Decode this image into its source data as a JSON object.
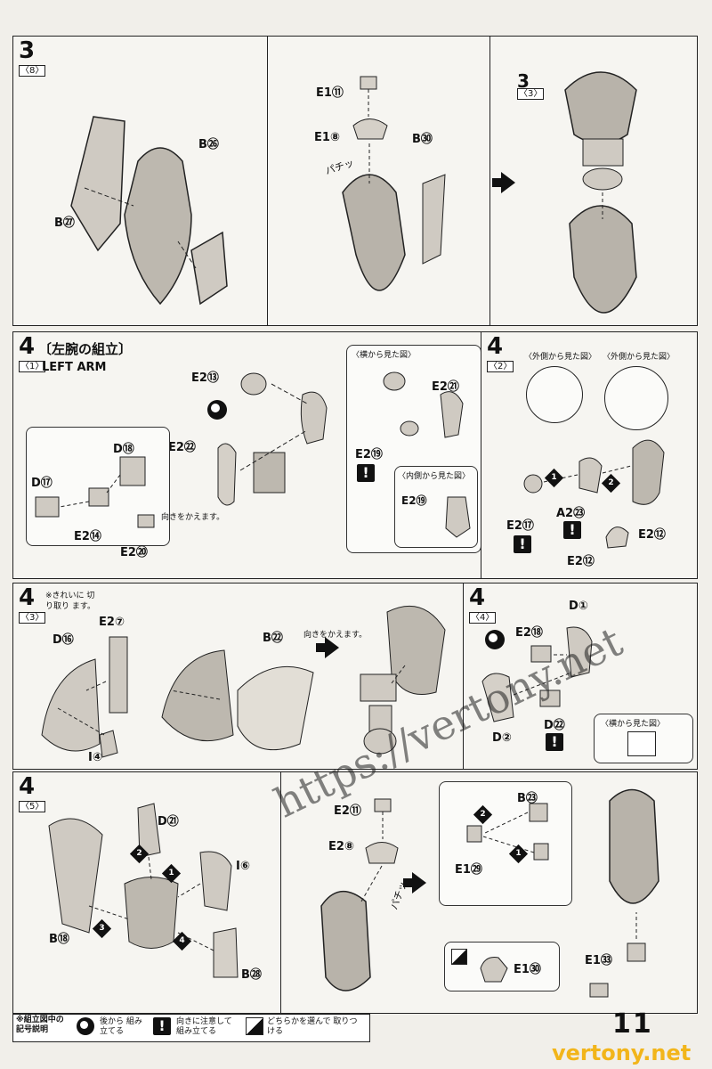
{
  "step3": {
    "num": "3",
    "sub": "〈8〉",
    "labels": {
      "b26": "B㉖",
      "b27": "B㉗",
      "e1_11": "E1⑪",
      "e1_8": "E1⑧",
      "b30": "B㉚",
      "pachi": "パチッ",
      "sub3": "〈3〉",
      "num3": "3"
    }
  },
  "step4_1": {
    "num": "4",
    "sub": "〈1〉",
    "title": "〔左腕の組立〕",
    "subtitle": "LEFT ARM",
    "labels": {
      "e2_13": "E2⑬",
      "e2_22": "E2㉒",
      "d18": "D⑱",
      "d17": "D⑰",
      "e2_14": "E2⑭",
      "e2_20": "E2⑳",
      "e2_21": "E2㉑",
      "e2_19": "E2⑲",
      "e2_19b": "E2⑲"
    },
    "note": "向きをかえます。",
    "view_side": "〈横から見た図〉",
    "view_inside": "〈内側から見た図〉"
  },
  "step4_2": {
    "num": "4",
    "sub": "〈2〉",
    "view_out1": "〈外側から見た図〉",
    "view_out2": "〈外側から見た図〉",
    "labels": {
      "e2_17": "E2⑰",
      "a2_23": "A2㉓",
      "e2_12": "E2⑫",
      "e2_12b": "E2⑫"
    },
    "s1": "1",
    "s2": "2"
  },
  "step4_3": {
    "num": "4",
    "sub": "〈3〉",
    "note": "※きれいに 切り取り ます。",
    "labels": {
      "d16": "D⑯",
      "e2_7": "E2⑦",
      "b22": "B㉒",
      "i4": "I④"
    },
    "note2": "向きをかえます。"
  },
  "step4_4": {
    "num": "4",
    "sub": "〈4〉",
    "labels": {
      "d1": "D①",
      "e2_18": "E2⑱",
      "d22": "D㉒",
      "d2": "D②"
    },
    "view_side": "〈横から見た図〉"
  },
  "step4_5": {
    "num": "4",
    "sub": "〈5〉",
    "labels": {
      "d21": "D㉑",
      "i6": "I⑥",
      "b18": "B⑱",
      "b28": "B㉘",
      "e2_11": "E2⑪",
      "e2_8": "E2⑧",
      "pachi": "パチッ",
      "b23": "B㉓",
      "e1_29": "E1㉙",
      "e1_33": "E1㉝",
      "e1_30": "E1㉚"
    },
    "s1": "1",
    "s2": "2",
    "s3": "3",
    "s4": "4"
  },
  "legend": {
    "title": "※組立図中の 記号説明",
    "item1": "後から 組み立てる",
    "item2": "向きに注意して 組み立てる",
    "item3": "どちらかを選んで 取りつける"
  },
  "page_number": "11",
  "watermark": "https://vertony.net",
  "watermark2": "vertony.net",
  "colors": {
    "part_fill": "#cfcac2",
    "part_stroke": "#222",
    "paper": "#f1efea"
  }
}
